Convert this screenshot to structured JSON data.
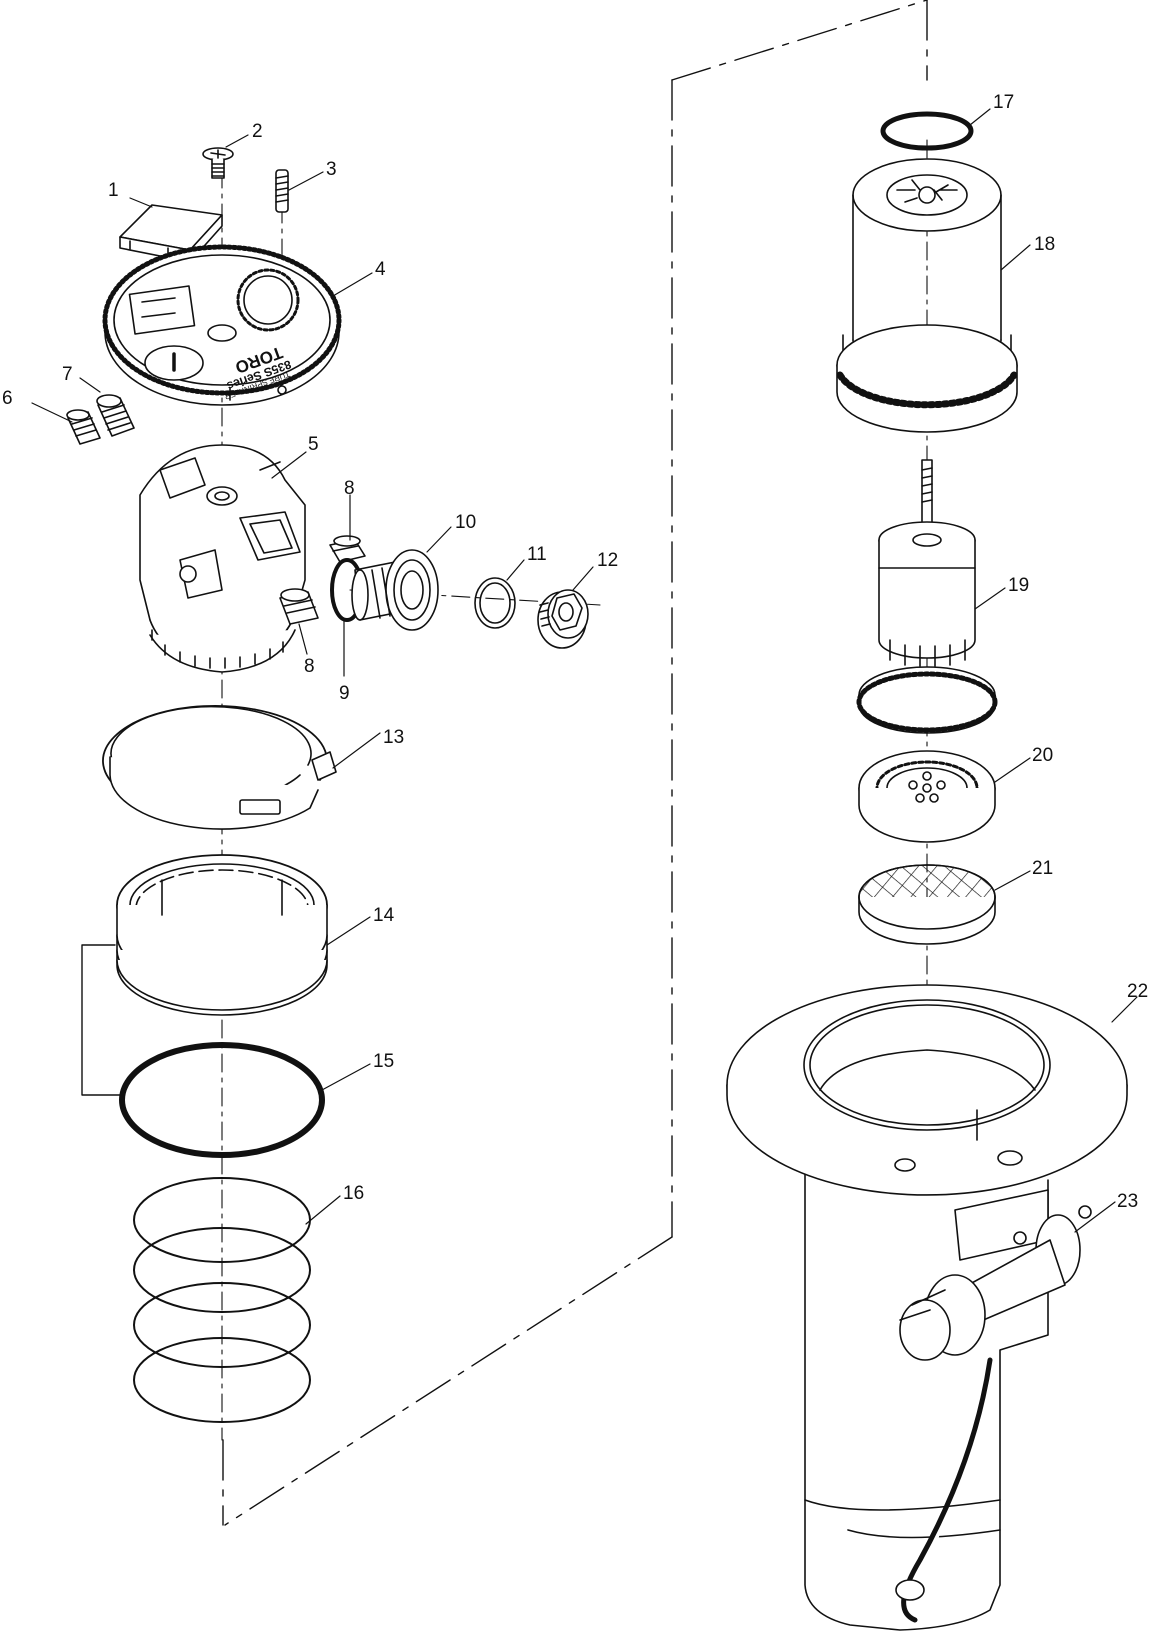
{
  "diagram": {
    "callouts": [
      {
        "id": "c1",
        "label": "1"
      },
      {
        "id": "c2",
        "label": "2"
      },
      {
        "id": "c3",
        "label": "3"
      },
      {
        "id": "c4",
        "label": "4"
      },
      {
        "id": "c5",
        "label": "5"
      },
      {
        "id": "c6",
        "label": "6"
      },
      {
        "id": "c7",
        "label": "7"
      },
      {
        "id": "c8a",
        "label": "8"
      },
      {
        "id": "c8b",
        "label": "8"
      },
      {
        "id": "c9",
        "label": "9"
      },
      {
        "id": "c10",
        "label": "10"
      },
      {
        "id": "c11",
        "label": "11"
      },
      {
        "id": "c12",
        "label": "12"
      },
      {
        "id": "c13",
        "label": "13"
      },
      {
        "id": "c14",
        "label": "14"
      },
      {
        "id": "c15",
        "label": "15"
      },
      {
        "id": "c16",
        "label": "16"
      },
      {
        "id": "c17",
        "label": "17"
      },
      {
        "id": "c18",
        "label": "18"
      },
      {
        "id": "c19",
        "label": "19"
      },
      {
        "id": "c20",
        "label": "20"
      },
      {
        "id": "c21",
        "label": "21"
      },
      {
        "id": "c22",
        "label": "22"
      },
      {
        "id": "c23",
        "label": "23"
      }
    ],
    "dial": {
      "brand": "TORO",
      "series": "835S Series",
      "product": "TURF SPRINKLER"
    },
    "colors": {
      "line": "#111111",
      "background": "#ffffff",
      "fill": "#ffffff"
    }
  }
}
